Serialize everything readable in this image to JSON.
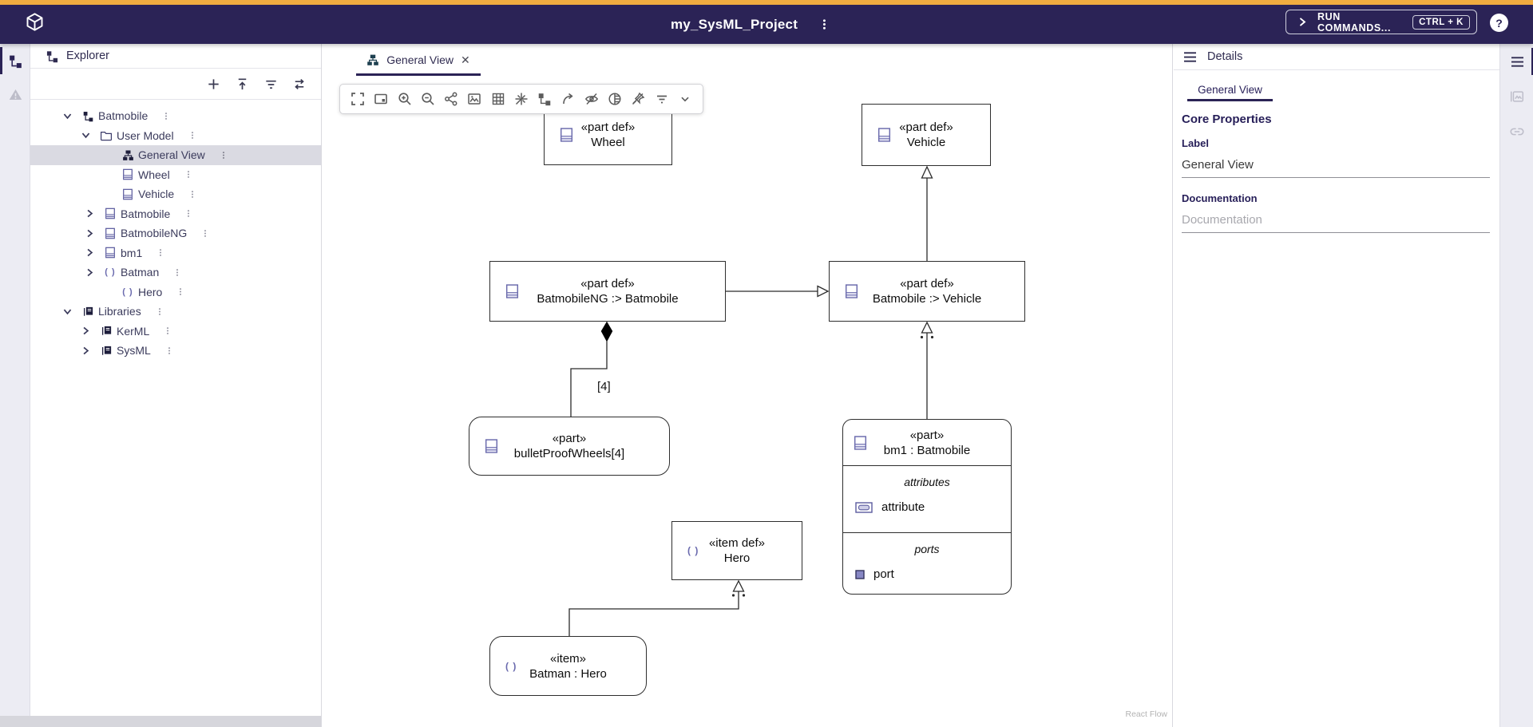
{
  "colors": {
    "topbar_bg": "#2B2356",
    "accent_orange": "#F0AC40",
    "navy_text": "#261E58",
    "selected_row_bg": "#DADAE2",
    "node_border": "#2E2E2E",
    "lavender_icon": "#5B5B9E"
  },
  "topbar": {
    "logo_icon": "cube-logo-icon",
    "title": "my_SysML_Project",
    "menu_icon": "kebab-menu-icon",
    "run_commands_label": "RUN COMMANDS...",
    "run_commands_chevron_icon": "chevron-right-icon",
    "shortcut": "CTRL + K",
    "help": "?"
  },
  "left_rail": {
    "icons": [
      "explorer-tree-icon",
      "validation-warning-icon"
    ]
  },
  "explorer": {
    "title": "Explorer",
    "toolbar_icons": [
      "add-icon",
      "upload-icon",
      "filter-icon",
      "swap-representation-icon"
    ],
    "tree": [
      {
        "label": "Batmobile",
        "depth": 0,
        "expander": "expanded",
        "icon": "project-icon"
      },
      {
        "label": "User Model",
        "depth": 1,
        "expander": "expanded",
        "icon": "folder-icon"
      },
      {
        "label": "General View",
        "depth": 2,
        "expander": "none",
        "icon": "diagram-icon",
        "selected": true
      },
      {
        "label": "Wheel",
        "depth": 2,
        "expander": "none",
        "icon": "part-def-icon"
      },
      {
        "label": "Vehicle",
        "depth": 2,
        "expander": "none",
        "icon": "part-def-icon"
      },
      {
        "label": "Batmobile",
        "depth": 2,
        "expander": "collapsed",
        "icon": "part-def-icon"
      },
      {
        "label": "BatmobileNG",
        "depth": 2,
        "expander": "collapsed",
        "icon": "part-def-icon"
      },
      {
        "label": "bm1",
        "depth": 2,
        "expander": "collapsed",
        "icon": "part-def-icon"
      },
      {
        "label": "Batman",
        "depth": 2,
        "expander": "collapsed",
        "icon": "item-icon"
      },
      {
        "label": "Hero",
        "depth": 2,
        "expander": "none",
        "icon": "item-icon"
      },
      {
        "label": "Libraries",
        "depth": 0,
        "expander": "expanded",
        "icon": "library-icon"
      },
      {
        "label": "KerML",
        "depth": 1,
        "expander": "collapsed",
        "icon": "library-icon"
      },
      {
        "label": "SysML",
        "depth": 1,
        "expander": "collapsed",
        "icon": "library-icon"
      }
    ]
  },
  "editor": {
    "tab_label": "General View",
    "toolbar_icons": [
      "fullscreen-icon",
      "fit-view-icon",
      "zoom-in-icon",
      "zoom-out-icon",
      "share-icon",
      "export-image-icon",
      "grid-icon",
      "snap-off-icon",
      "arrange-all-icon",
      "reroute-icon",
      "hide-icon",
      "fade-icon",
      "unpin-icon",
      "filter-elements-icon",
      "expand-more-icon"
    ],
    "attribution": "React Flow"
  },
  "diagram": {
    "nodes": [
      {
        "stereotype": "«part def»",
        "name": "Wheel"
      },
      {
        "stereotype": "«part def»",
        "name": "Vehicle"
      },
      {
        "stereotype": "«part def»",
        "name": "BatmobileNG :> Batmobile"
      },
      {
        "stereotype": "«part def»",
        "name": "Batmobile :> Vehicle"
      },
      {
        "stereotype": "«part»",
        "name": "bulletProofWheels[4]"
      },
      {
        "stereotype": "«part»",
        "name": "bm1 : Batmobile",
        "compartments": [
          {
            "label": "attributes",
            "items": [
              "attribute"
            ]
          },
          {
            "label": "ports",
            "items": [
              "port"
            ]
          }
        ]
      },
      {
        "stereotype": "«item def»",
        "name": "Hero"
      },
      {
        "stereotype": "«item»",
        "name": "Batman : Hero"
      }
    ],
    "edge_labels": {
      "multiplicity": "[4]"
    }
  },
  "details": {
    "title": "Details",
    "tab_label": "General View",
    "core_properties_heading": "Core Properties",
    "label_heading": "Label",
    "label_value": "General View",
    "documentation_heading": "Documentation",
    "documentation_placeholder": "Documentation"
  },
  "right_rail": {
    "icons": [
      "details-menu-icon",
      "representations-icon",
      "related-elements-icon"
    ]
  }
}
